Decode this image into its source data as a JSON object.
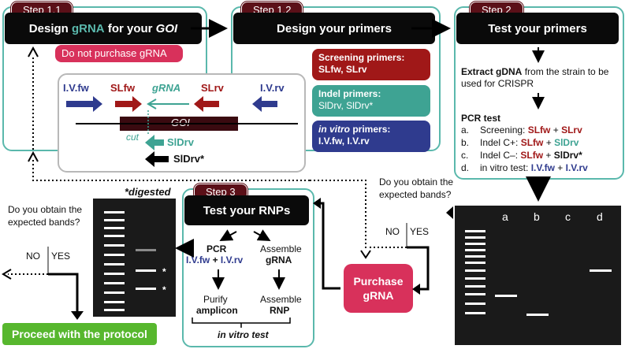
{
  "step11": {
    "tag": "Step 1.1",
    "title_a": "Design ",
    "title_b": "gRNA",
    "title_c": " for your ",
    "title_d": "GOI",
    "warning": "Do not purchase gRNA"
  },
  "step12": {
    "tag": "Step 1.2",
    "title": "Design your primers",
    "screen_title": "Screening primers:",
    "screen_val": "SLfw, SLrv",
    "indel_title": "Indel primers:",
    "indel_val": "SlDrv, SlDrv*",
    "vitro_title": "in vitro",
    "vitro_suffix": " primers:",
    "vitro_val": "I.V.fw, I.V.rv"
  },
  "diagram": {
    "ivfw": "I.V.fw",
    "slfw": "SLfw",
    "grna": "gRNA",
    "slrv": "SLrv",
    "ivrv": "I.V.rv",
    "goi": "GOI",
    "cut": "cut",
    "sldrv": "SlDrv",
    "sldrv_star": "SlDrv*"
  },
  "step2": {
    "tag": "Step 2",
    "title": "Test your primers",
    "extract_bold": "Extract gDNA",
    "extract_rest": " from the strain to be used for CRISPR",
    "pcr_title": "PCR test",
    "tests": [
      {
        "letter": "a.",
        "label": "Screening: ",
        "p1": "SLfw",
        "plus": " + ",
        "p2": "SLrv"
      },
      {
        "letter": "b.",
        "label": "Indel C+: ",
        "p1": "SLfw",
        "plus": " + ",
        "p2": "SlDrv"
      },
      {
        "letter": "c.",
        "label": "Indel C–: ",
        "p1": "SLfw",
        "plus": " + ",
        "p2": "SlDrv*"
      },
      {
        "letter": "d.",
        "label": "in vitro test: ",
        "p1": "I.V.fw",
        "plus": " + ",
        "p2": "I.V.rv"
      }
    ]
  },
  "step3": {
    "tag": "Step 3",
    "title": "Test your RNPs",
    "pcr_label": "PCR",
    "pcr_primers_a": "I.V.fw",
    "pcr_plus": " + ",
    "pcr_primers_b": "I.V.rv",
    "assemble_label": "Assemble",
    "grna": "gRNA",
    "purify_label": "Purify",
    "amplicon": "amplicon",
    "assemble2_label": "Assemble",
    "rnp": "RNP",
    "footer": "in vitro test"
  },
  "question_left": "Do you obtain the expected bands?",
  "question_right": "Do you obtain the expected bands?",
  "no": "NO",
  "yes": "YES",
  "digested": "*digested",
  "stars": [
    "*",
    "*"
  ],
  "purchase": "Purchase gRNA",
  "proceed": "Proceed with the protocol",
  "gel_lanes": [
    "a",
    "b",
    "c",
    "d"
  ],
  "colors": {
    "teal": "#5ab8ac",
    "darkred": "#a01818",
    "pink": "#d8315b",
    "blue": "#2f3b8e",
    "green": "#57b72e",
    "tag": "#5b1018"
  }
}
